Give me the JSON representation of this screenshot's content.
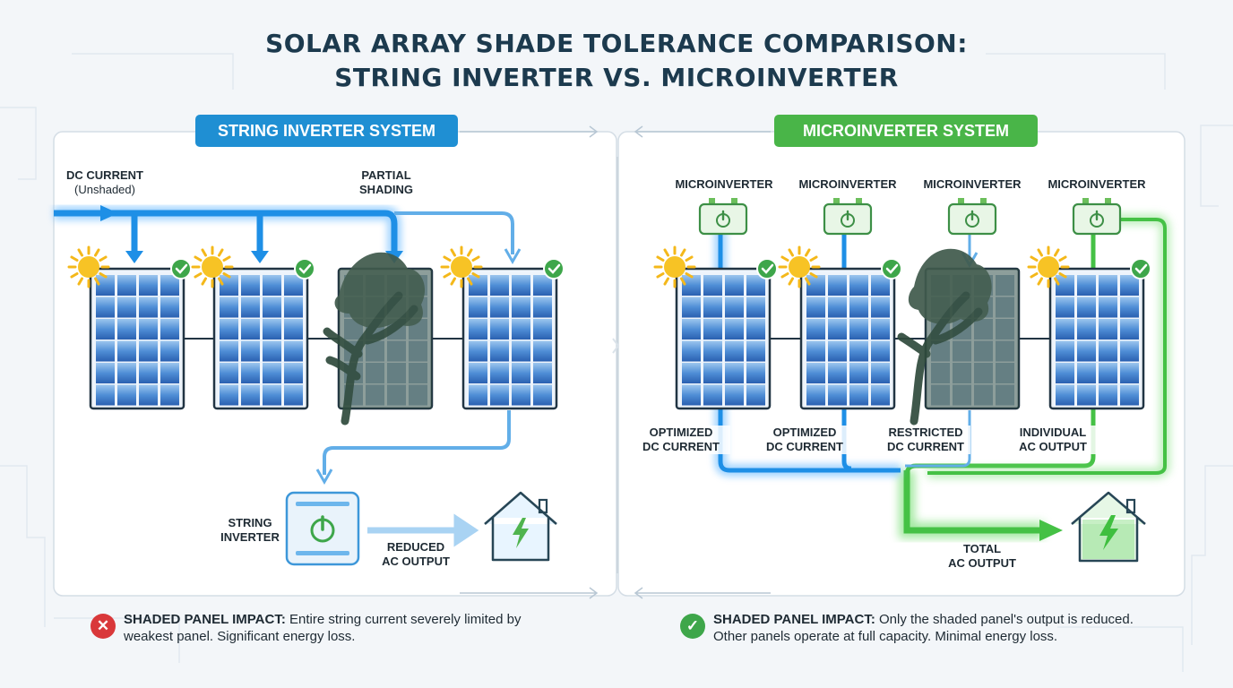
{
  "title": {
    "line1": "SOLAR ARRAY SHADE TOLERANCE COMPARISON:",
    "line2": "STRING INVERTER VS. MICROINVERTER"
  },
  "colors": {
    "string_header": "#1f8fd3",
    "micro_header": "#49b548",
    "dc_current": "#1e8fe6",
    "ac_current": "#3fbf3f",
    "error": "#d9383a",
    "ok": "#3ea64a"
  },
  "string_system": {
    "header": "STRING INVERTER SYSTEM",
    "dc_current_label": "DC CURRENT",
    "dc_current_sub": "(Unshaded)",
    "partial_shading_label1": "PARTIAL",
    "partial_shading_label2": "SHADING",
    "inverter_label1": "STRING",
    "inverter_label2": "INVERTER",
    "output_label1": "REDUCED",
    "output_label2": "AC OUTPUT",
    "impact_title": "SHADED PANEL IMPACT:",
    "impact_text": " Entire string current severely limited by weakest panel. Significant energy loss.",
    "impact_icon": "x-icon"
  },
  "micro_system": {
    "header": "MICROINVERTER SYSTEM",
    "microinverter_labels": [
      "MICROINVERTER",
      "MICROINVERTER",
      "MICROINVERTER",
      "MICROINVERTER"
    ],
    "current_labels": [
      [
        "OPTIMIZED",
        "DC CURRENT"
      ],
      [
        "OPTIMIZED",
        "DC CURRENT"
      ],
      [
        "RESTRICTED",
        "DC CURRENT"
      ],
      [
        "INDIVIDUAL",
        "AC OUTPUT"
      ]
    ],
    "output_label1": "TOTAL",
    "output_label2": "AC OUTPUT",
    "impact_title": "SHADED PANEL IMPACT:",
    "impact_text": " Only the shaded panel's output is reduced. Other panels operate at full capacity. Minimal energy loss.",
    "impact_icon": "check-icon"
  }
}
